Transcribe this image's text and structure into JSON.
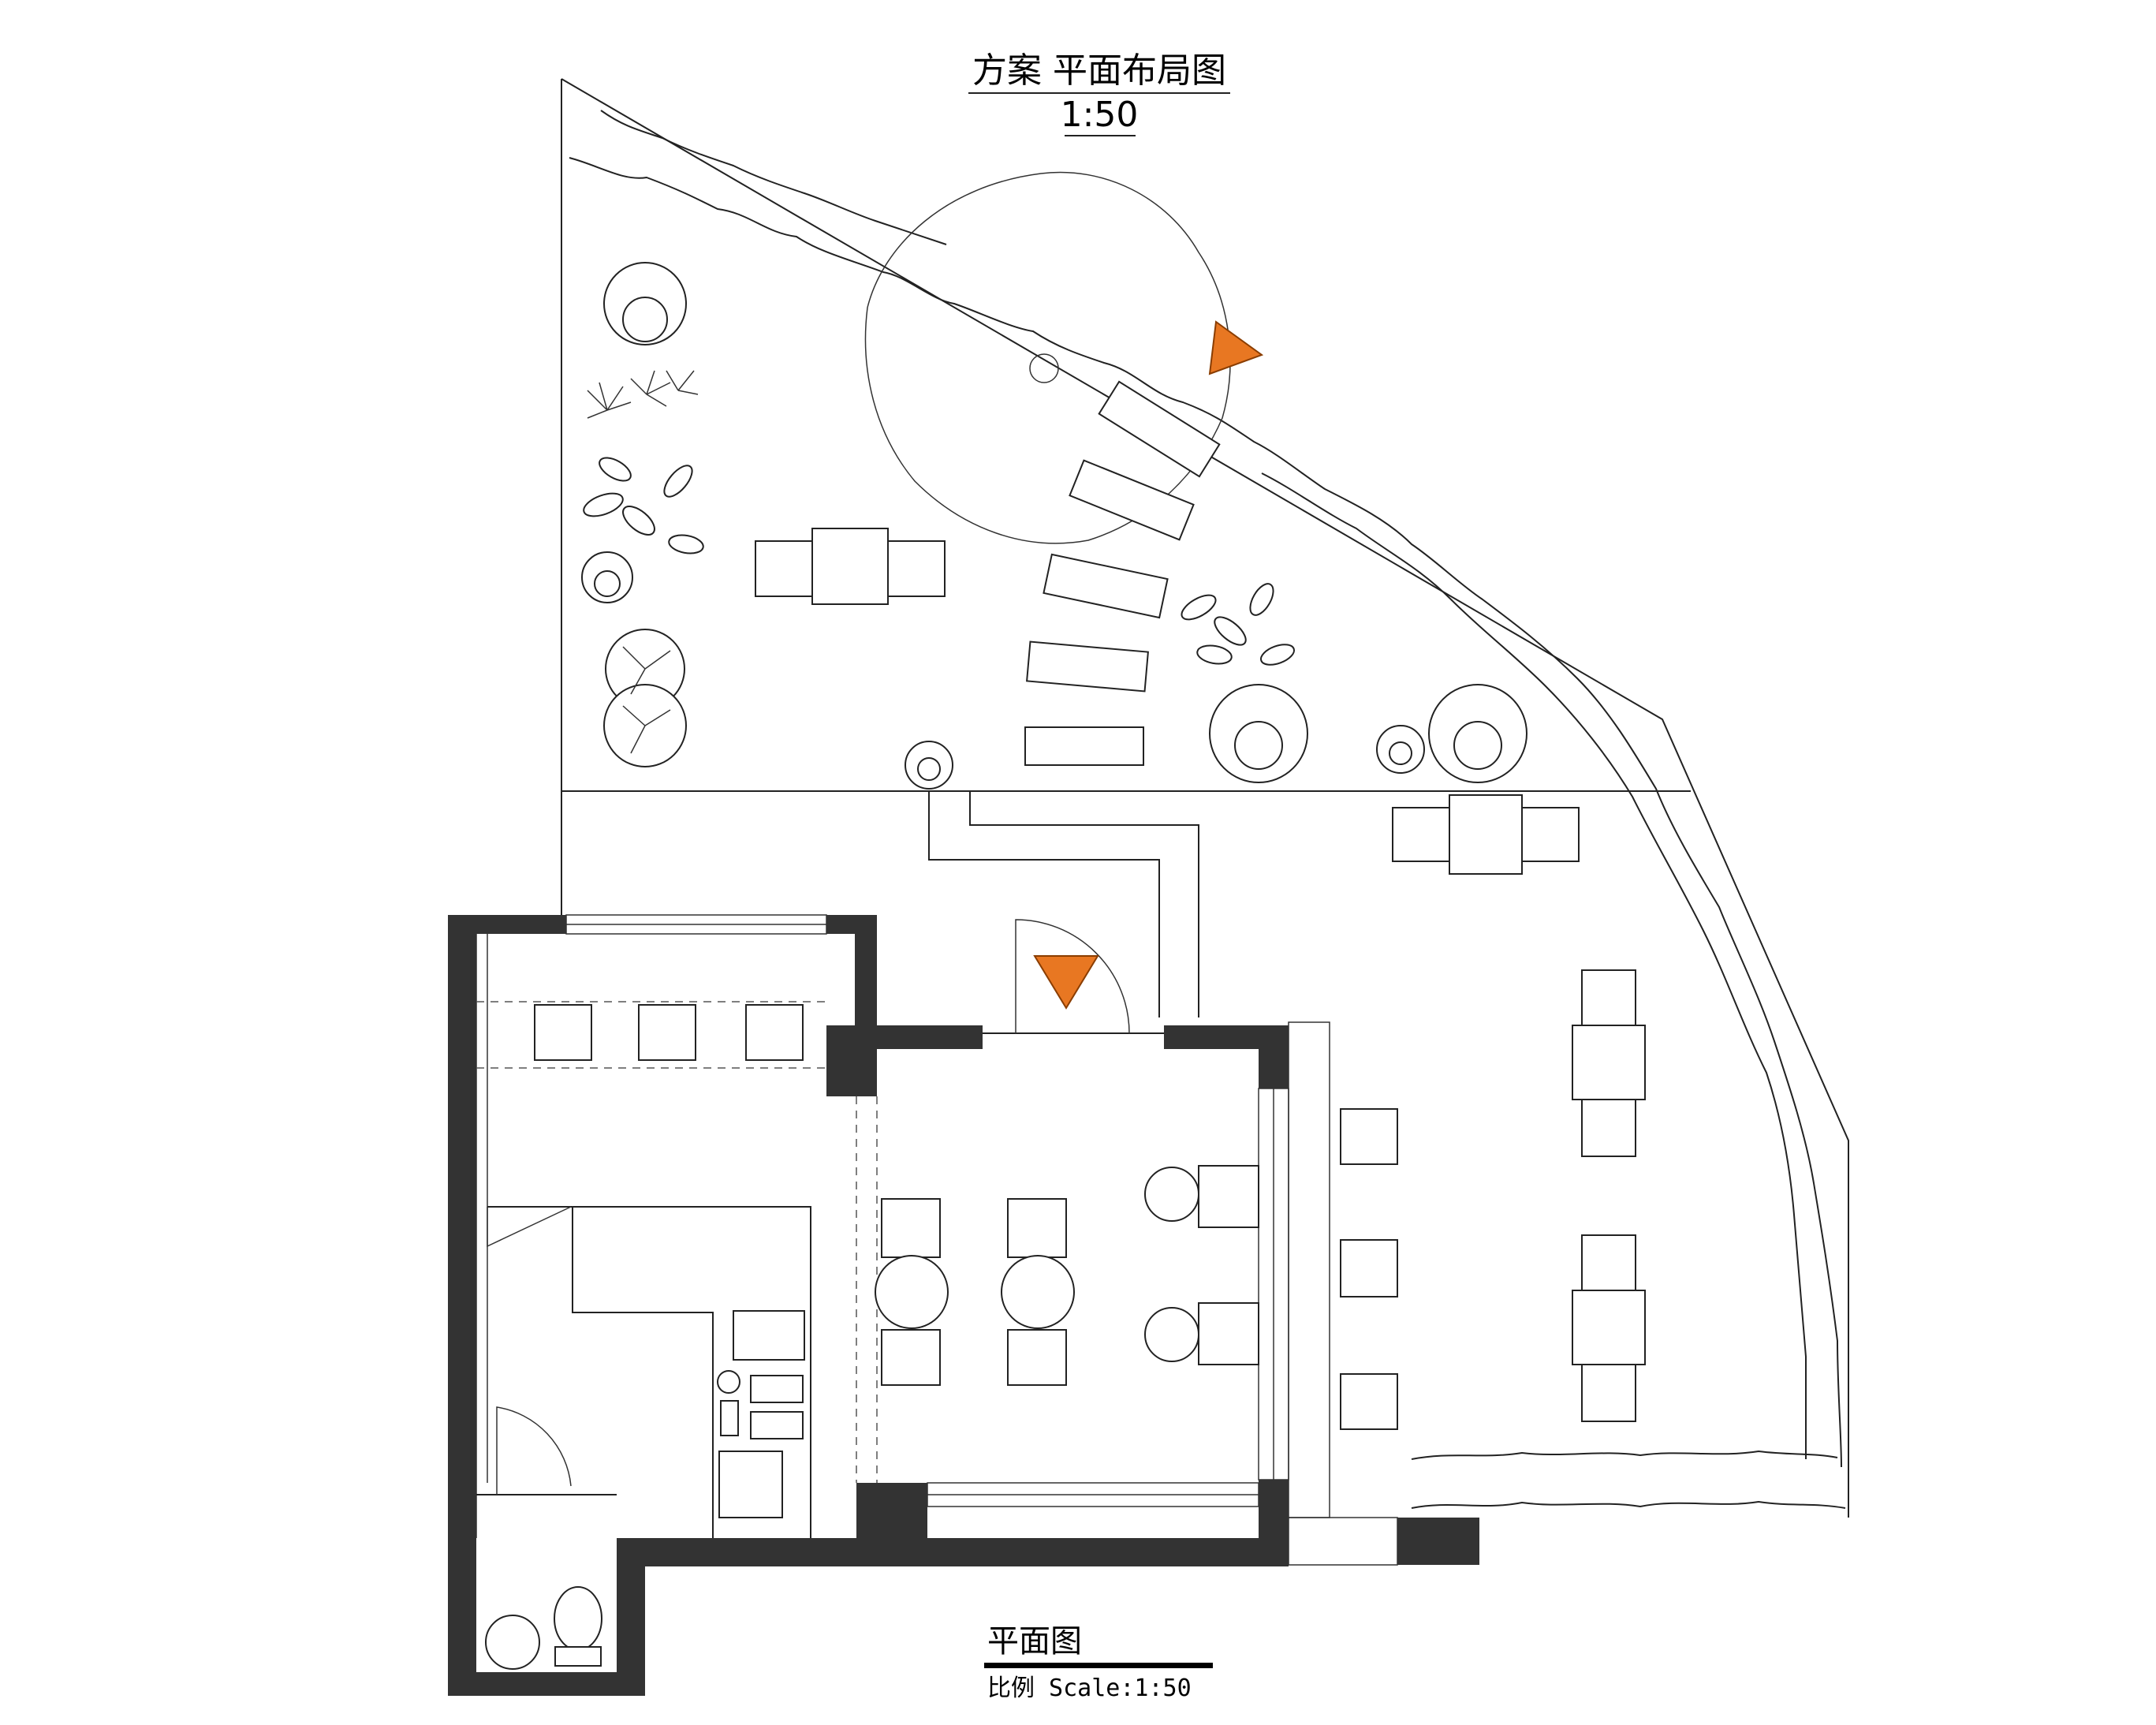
{
  "title": {
    "main": "方案 平面布局图",
    "scale": "1:50"
  },
  "caption": {
    "label": "平面图",
    "scale_text": "比例 Scale:1:50"
  },
  "colors": {
    "wall": "#333333",
    "marker": "#E87722",
    "line": "#222222",
    "background": "#ffffff"
  },
  "symbols": {
    "view_marker": "orange-triangle",
    "tree_canopy": "circle-outline",
    "shrub": "scalloped-circle",
    "leafy_plant": "leaf-cluster",
    "grass_clump": "star-tuft"
  }
}
